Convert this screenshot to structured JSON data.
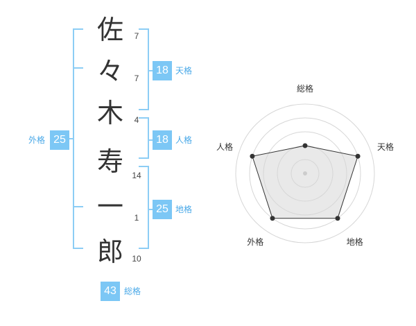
{
  "name_characters": [
    {
      "char": "佐",
      "strokes": "7"
    },
    {
      "char": "々",
      "strokes": "7"
    },
    {
      "char": "木",
      "strokes": "4"
    },
    {
      "char": "寿",
      "strokes": "14"
    },
    {
      "char": "一",
      "strokes": "1"
    },
    {
      "char": "郎",
      "strokes": "10"
    }
  ],
  "fortune": {
    "tenkaku": {
      "label": "天格",
      "value": "18"
    },
    "jinkaku": {
      "label": "人格",
      "value": "18"
    },
    "chikaku": {
      "label": "地格",
      "value": "25"
    },
    "gaikaku": {
      "label": "外格",
      "value": "25"
    },
    "soukaku": {
      "label": "総格",
      "value": "43"
    }
  },
  "colors": {
    "accent": "#7cc7f5",
    "accent_text": "#4aa9e8",
    "bracket": "#8ccdf5",
    "text": "#333333"
  },
  "chart_data": {
    "type": "radar",
    "axes": [
      "総格",
      "天格",
      "地格",
      "外格",
      "人格"
    ],
    "values": [
      2,
      4,
      4,
      4,
      4
    ],
    "rmax": 5,
    "rings": 5
  }
}
